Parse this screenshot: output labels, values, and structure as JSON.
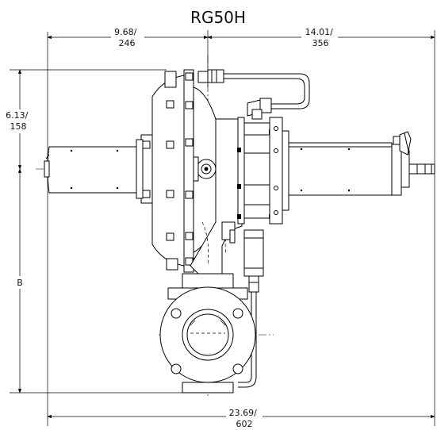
{
  "title": "RG50H",
  "dimensions": {
    "top_left": {
      "line1": "9.68/",
      "line2": "246"
    },
    "top_right": {
      "line1": "14.01/",
      "line2": "356"
    },
    "left_upper": {
      "line1": "6.13/",
      "line2": "158"
    },
    "left_lower": {
      "line1": "B"
    },
    "bottom": {
      "line1": "23.69/",
      "line2": "602"
    }
  }
}
